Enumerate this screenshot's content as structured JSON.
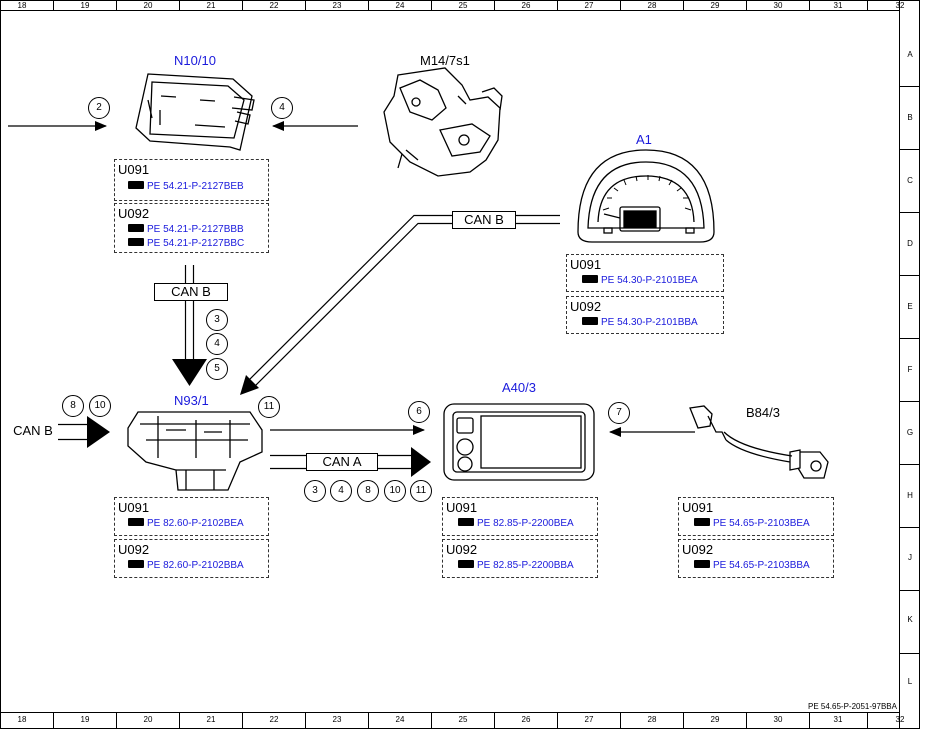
{
  "frame": {
    "columns": [
      "18",
      "19",
      "20",
      "21",
      "22",
      "23",
      "24",
      "25",
      "26",
      "27",
      "28",
      "29",
      "30",
      "31",
      "32"
    ],
    "rows": [
      "A",
      "B",
      "C",
      "D",
      "E",
      "F",
      "G",
      "H",
      "J",
      "K",
      "L"
    ]
  },
  "components": {
    "n10": "N10/10",
    "m14": "M14/7s1",
    "a1": "A1",
    "n93": "N93/1",
    "a40": "A40/3",
    "b84": "B84/3"
  },
  "buses": {
    "can_b_a1": "CAN B",
    "can_b_vertical": "CAN B",
    "can_b_left": "CAN B",
    "can_a": "CAN A"
  },
  "callouts": {
    "n10_left": "2",
    "n10_right": "4",
    "stack": [
      "3",
      "4",
      "5"
    ],
    "n93_left": [
      "8",
      "10"
    ],
    "n93_right": "11",
    "a40_top": "6",
    "a40_right": "7",
    "can_a_row": [
      "3",
      "4",
      "8",
      "10",
      "11"
    ]
  },
  "boxes": {
    "n10_u091": {
      "code": "U091",
      "refs": [
        "PE 54.21-P-2127BEB"
      ]
    },
    "n10_u092": {
      "code": "U092",
      "refs": [
        "PE 54.21-P-2127BBB",
        "PE 54.21-P-2127BBC"
      ]
    },
    "a1_u091": {
      "code": "U091",
      "refs": [
        "PE 54.30-P-2101BEA"
      ]
    },
    "a1_u092": {
      "code": "U092",
      "refs": [
        "PE 54.30-P-2101BBA"
      ]
    },
    "n93_u091": {
      "code": "U091",
      "refs": [
        "PE 82.60-P-2102BEA"
      ]
    },
    "n93_u092": {
      "code": "U092",
      "refs": [
        "PE 82.60-P-2102BBA"
      ]
    },
    "a40_u091": {
      "code": "U091",
      "refs": [
        "PE 82.85-P-2200BEA"
      ]
    },
    "a40_u092": {
      "code": "U092",
      "refs": [
        "PE 82.85-P-2200BBA"
      ]
    },
    "b84_u091": {
      "code": "U091",
      "refs": [
        "PE 54.65-P-2103BEA"
      ]
    },
    "b84_u092": {
      "code": "U092",
      "refs": [
        "PE 54.65-P-2103BBA"
      ]
    }
  },
  "doc_ref": "PE 54.65-P-2051-97BBA"
}
